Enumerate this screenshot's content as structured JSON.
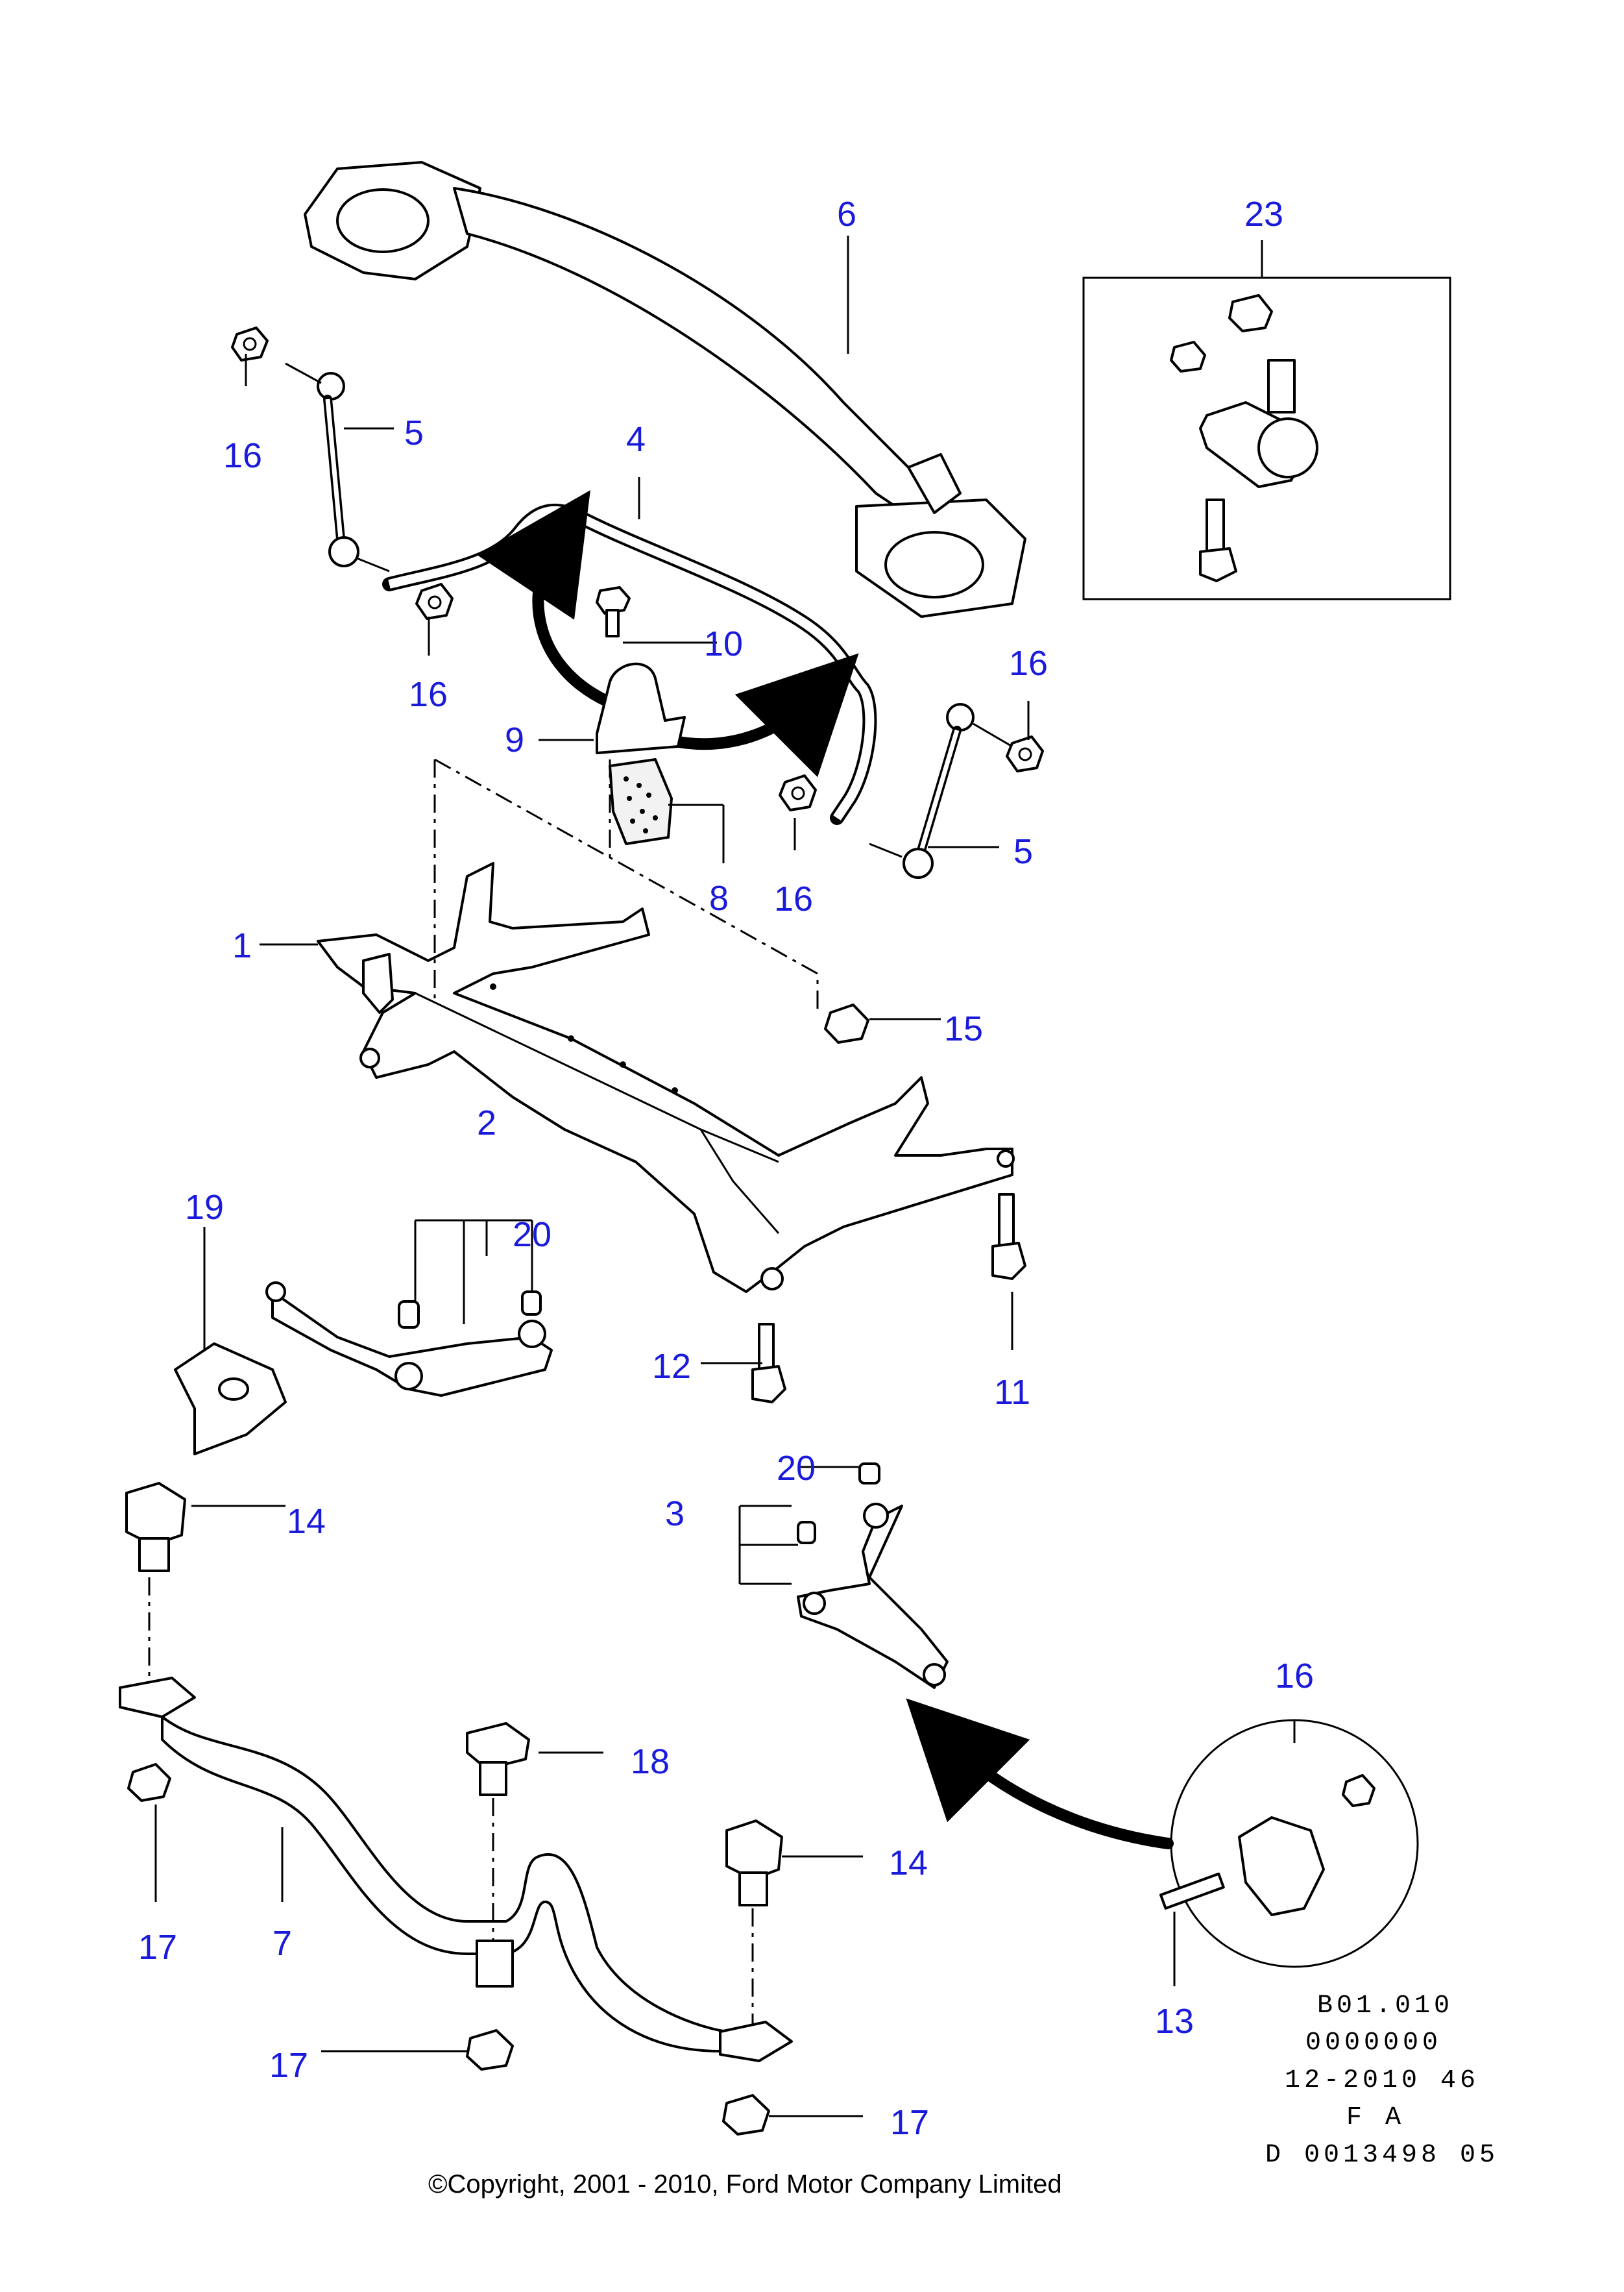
{
  "callouts": {
    "c1": "1",
    "c2": "2",
    "c3": "3",
    "c4": "4",
    "c5a": "5",
    "c5b": "5",
    "c6": "6",
    "c7": "7",
    "c8": "8",
    "c9": "9",
    "c10": "10",
    "c11": "11",
    "c12": "12",
    "c13": "13",
    "c14a": "14",
    "c14b": "14",
    "c15": "15",
    "c16a": "16",
    "c16b": "16",
    "c16c": "16",
    "c16d": "16",
    "c16e": "16",
    "c17a": "17",
    "c17b": "17",
    "c17c": "17",
    "c18": "18",
    "c19": "19",
    "c20a": "20",
    "c20b": "20",
    "c23": "23"
  },
  "reference": {
    "line1": "B01.010",
    "line2": "0000000",
    "line3": "12-2010 46",
    "line4": "F A",
    "line5": "D 0013498 05"
  },
  "copyright": "©Copyright, 2001 - 2010, Ford Motor Company Limited",
  "colors": {
    "callout": "#1a1adb",
    "line": "#000000",
    "background": "#ffffff"
  }
}
